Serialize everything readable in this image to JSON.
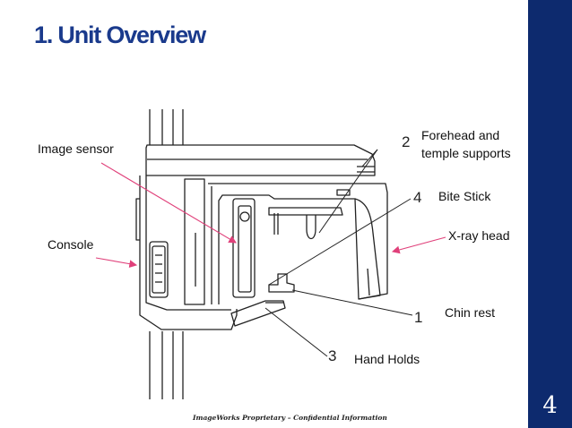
{
  "title": "1.  Unit Overview",
  "footer": "ImageWorks Proprietary – Confidential Information",
  "page_number": "4",
  "labels": {
    "image_sensor": "Image sensor",
    "console": "Console",
    "forehead_line1": "Forehead and",
    "forehead_line2": "temple supports",
    "bite_stick": "Bite Stick",
    "xray_head": "X-ray head",
    "chin_rest": "Chin rest",
    "hand_holds": "Hand Holds"
  },
  "callout_numbers": {
    "forehead": "2",
    "bite_stick": "4",
    "chin_rest": "1",
    "hand_holds": "3"
  },
  "colors": {
    "title": "#1a3a8c",
    "sidebar": "#0d2a6e",
    "arrow": "#e0407a"
  }
}
